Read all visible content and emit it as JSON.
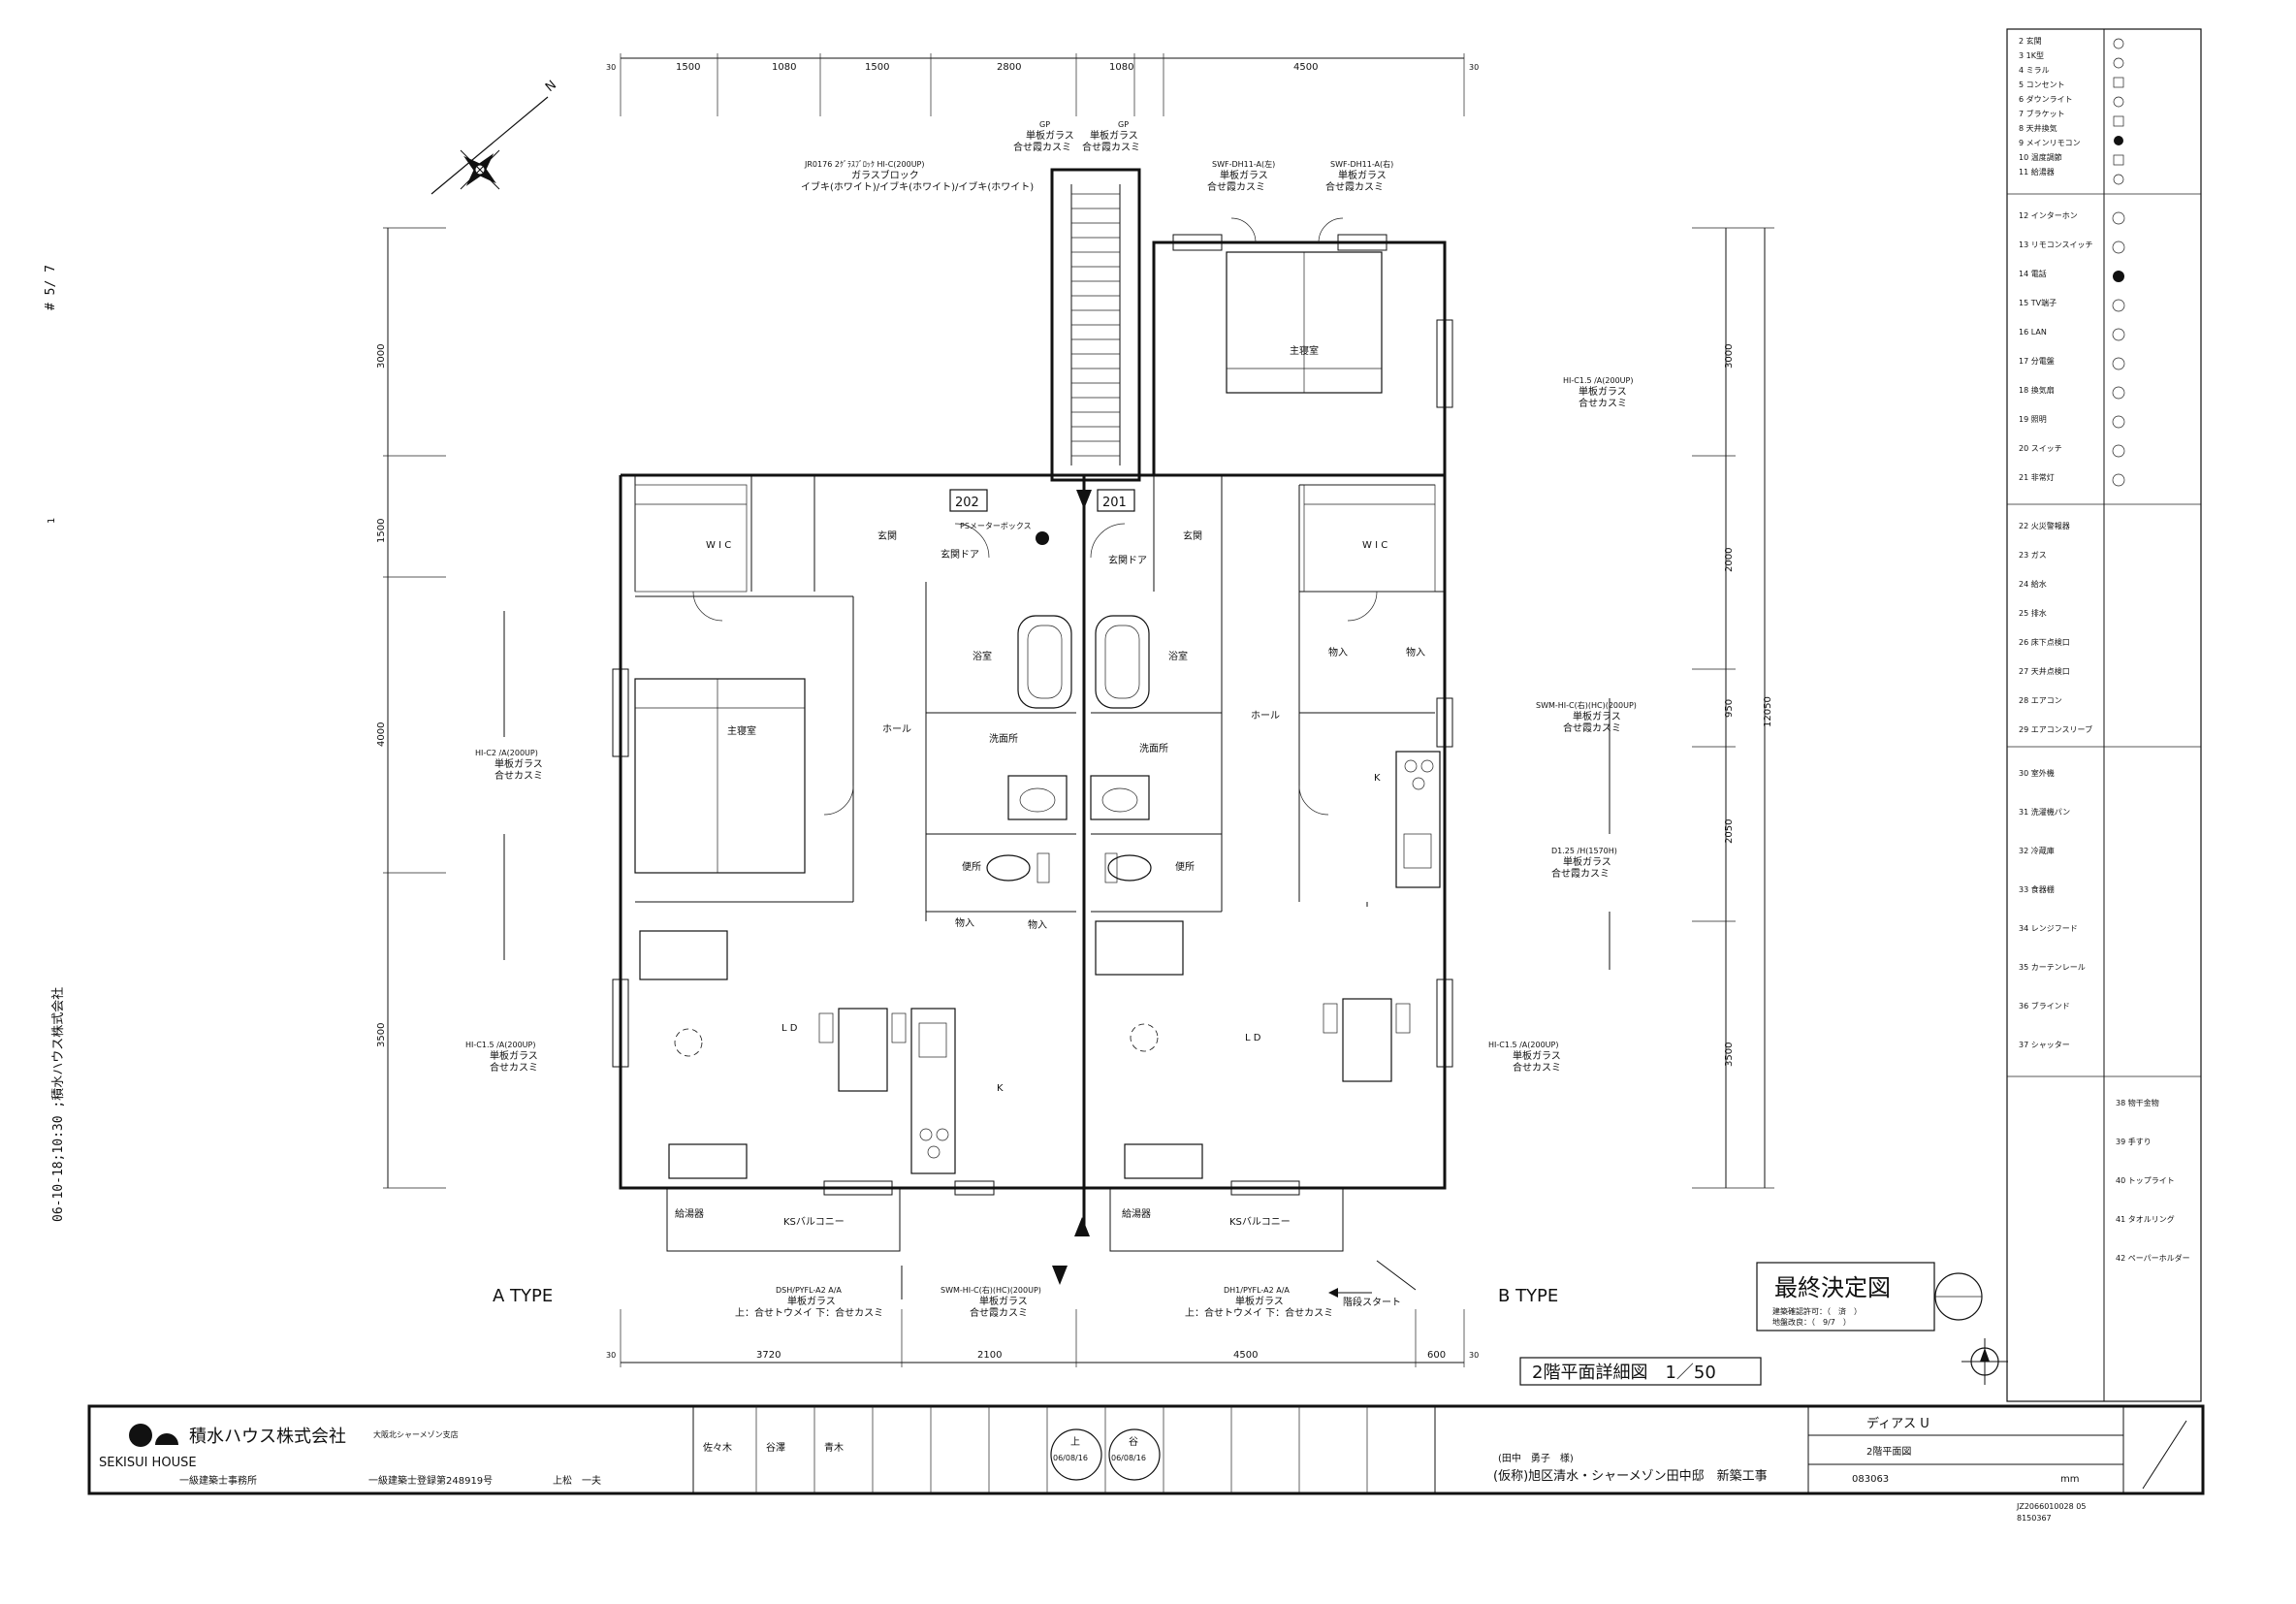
{
  "side_margin": {
    "page_marker": "# 5/ 7",
    "dot": "1",
    "fax_header": "06-10-18;10:30 ;積水ハウス株式会社"
  },
  "rooms_a": {
    "wic": "W I C",
    "master": "主寝室",
    "hall": "ホール",
    "entrance": "玄関",
    "entrance_door": "玄関ドア",
    "bath": "浴室",
    "washroom": "洗面所",
    "toilet": "便所",
    "storage": "物入",
    "storage2": "物入",
    "ld": "L D",
    "kitchen": "K",
    "balcony": "KSバルコニー",
    "water_heater": "給湯器"
  },
  "rooms_b": {
    "wic": "W I C",
    "master": "主寝室",
    "hall": "ホール",
    "entrance": "玄関",
    "entrance_door": "玄関ドア",
    "bath": "浴室",
    "washroom": "洗面所",
    "toilet": "便所",
    "storage": "物入",
    "storage2": "物入",
    "ld": "L D",
    "kitchen": "K",
    "balcony": "KSバルコニー",
    "water_heater": "給湯器"
  },
  "units": {
    "a": "202",
    "b": "201"
  },
  "meter_box": "PSメーターボックス",
  "top_dims": [
    "1500",
    "1080",
    "1500",
    "2800",
    "1080",
    "4500"
  ],
  "bottom_dims": [
    "3720",
    "2100",
    "4500",
    "600"
  ],
  "left_dims": [
    "3000",
    "1500",
    "4000",
    "3500"
  ],
  "right_dims": [
    "3000",
    "2000",
    "950",
    "2050",
    "3500",
    "12050"
  ],
  "window_notes": {
    "top_glass_block": [
      "JR0176 2ｸﾞﾗｽﾌﾞﾛｯｸ HI-C(200UP)",
      "ガラスブロック",
      "イブキ(ホワイト)/イブキ(ホワイト)/イブキ(ホワイト)"
    ],
    "top_gp1": [
      "GP",
      "単板ガラス",
      "合せ霞カスミ"
    ],
    "top_gp2": [
      "GP",
      "単板ガラス",
      "合せ霞カスミ"
    ],
    "top_right": [
      "SWF-DH11-A(左)",
      "単板ガラス",
      "合せ霞カスミ"
    ],
    "top_right2": [
      "SWF-DH11-A(右)",
      "単板ガラス",
      "合せ霞カスミ"
    ],
    "left_upper": [
      "HI-C2 /A(200UP)",
      "単板ガラス",
      "合せカスミ"
    ],
    "left_lower": [
      "HI-C1.5 /A(200UP)",
      "単板ガラス",
      "合せカスミ"
    ],
    "right_1": [
      "HI-C1.5 /A(200UP)",
      "単板ガラス",
      "合せカスミ"
    ],
    "right_2": [
      "SWM-HI-C(右)(HC)(200UP)",
      "単板ガラス",
      "合せ霞カスミ"
    ],
    "right_3": [
      "D1.25 /H(1570H)",
      "単板ガラス",
      "合せ霞カスミ"
    ],
    "right_4": [
      "HI-C1.5 /A(200UP)",
      "単板ガラス",
      "合せカスミ"
    ],
    "bottom_1": [
      "DSH/PYFL-A2 A/A",
      "単板ガラス",
      "上：合せトウメイ 下：合せカスミ"
    ],
    "bottom_2": [
      "SWM-HI-C(右)(HC)(200UP)",
      "単板ガラス",
      "合せ霞カスミ"
    ],
    "bottom_3": [
      "DH1/PYFL-A2 A/A",
      "単板ガラス",
      "上：合せトウメイ 下：合せカスミ"
    ]
  },
  "type_labels": {
    "a": "A TYPE",
    "b": "B TYPE"
  },
  "stair_start": "階段スタート",
  "drawing_title": "2階平面詳細図　1／50",
  "final_stamp": {
    "title": "最終決定図",
    "line1": "建築確認許可：（　済　）",
    "line2": "地盤改良：（　9/7　）"
  },
  "title_block": {
    "company": "積水ハウス株式会社",
    "branch": "大阪北シャーメゾン支店",
    "brand": "SEKISUI HOUSE",
    "office": "一級建築士事務所",
    "registration": "一級建築士登録第248919号",
    "architect": "上松　一夫",
    "staff": [
      "佐々木",
      "谷澤",
      "青木"
    ],
    "project_client": "(田中　勇子　様)",
    "project_name": "(仮称)旭区清水・シャーメゾン田中邸　新築工事",
    "product": "ディアス U",
    "sheet_name": "2階平面図",
    "sheet_no": "083063",
    "unit": "mm",
    "stamp1": "上",
    "stamp1_date": "06/08/16",
    "stamp2": "谷",
    "stamp2_date": "06/08/16"
  },
  "footer_code": [
    "JZ2066010028 05",
    "8150367"
  ],
  "legend": [
    "2 玄関",
    "3 1K型",
    "4 ミラル",
    "5 コンセント",
    "6 ダウンライト",
    "7 ブラケット",
    "8 天井換気",
    "9 メインリモコン",
    "10 温度調節",
    "11 給湯器",
    "12 インターホン",
    "13 リモコンスイッチ",
    "14 電話",
    "15 TV端子",
    "16 LAN",
    "17 分電盤",
    "18 換気扇",
    "19 照明",
    "20 スイッチ",
    "21 非常灯",
    "22 火災警報器",
    "23 ガス",
    "24 給水",
    "25 排水",
    "26 床下点検口",
    "27 天井点検口",
    "28 エアコン",
    "29 エアコンスリーブ",
    "30 室外機",
    "31 洗濯機パン",
    "32 冷蔵庫",
    "33 食器棚",
    "34 レンジフード",
    "35 カーテンレール",
    "36 ブラインド",
    "37 シャッター",
    "38 物干金物",
    "39 手すり",
    "40 トップライト",
    "41 タオルリング",
    "42 ペーパーホルダー"
  ],
  "compass": {
    "north": "N"
  }
}
